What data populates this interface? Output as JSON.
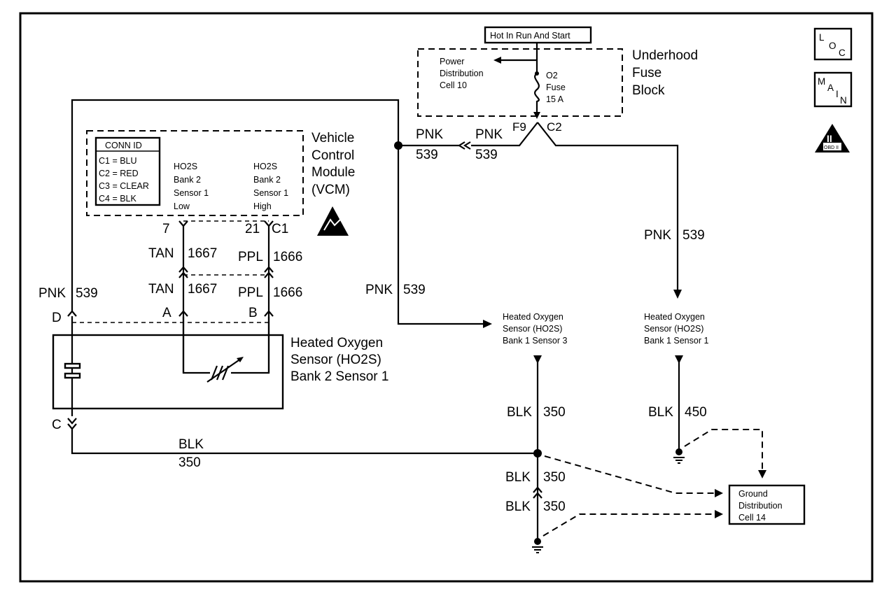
{
  "badges": {
    "loc": [
      "L",
      "O",
      "C"
    ],
    "main": [
      "M",
      "A",
      "I",
      "N"
    ],
    "obd": {
      "numeral": "II",
      "sub": "OBD II"
    }
  },
  "fuse_block": {
    "supply_label": "Hot In Run And Start",
    "title": [
      "Underhood",
      "Fuse",
      "Block"
    ],
    "power_dist": [
      "Power",
      "Distribution",
      "Cell 10"
    ],
    "fuse": [
      "O2",
      "Fuse",
      "15 A"
    ],
    "connector_left": "F9",
    "connector_right": "C2"
  },
  "vcm": {
    "title": [
      "Vehicle",
      "Control",
      "Module",
      "(VCM)"
    ],
    "conn_id": {
      "header": "CONN ID",
      "rows": [
        "C1 = BLU",
        "C2 = RED",
        "C3 = CLEAR",
        "C4 = BLK"
      ]
    },
    "input_low": [
      "HO2S",
      "Bank 2",
      "Sensor 1",
      "Low"
    ],
    "input_high": [
      "HO2S",
      "Bank 2",
      "Sensor 1",
      "High"
    ],
    "pin_low": "7",
    "pin_high": "21",
    "connector": "C1"
  },
  "wires": {
    "pnk_feed_color": "PNK",
    "pnk_feed_circuit": "539",
    "pnk_feed2_color": "PNK",
    "pnk_feed2_circuit": "539",
    "pnk_s1_color": "PNK",
    "pnk_s1_circuit": "539",
    "pnk_s3_color": "PNK",
    "pnk_s3_circuit": "539",
    "pnk_b2_color": "PNK",
    "pnk_b2_circuit": "539",
    "tan_upper_color": "TAN",
    "tan_upper_circuit": "1667",
    "tan_lower_color": "TAN",
    "tan_lower_circuit": "1667",
    "ppl_upper_color": "PPL",
    "ppl_upper_circuit": "1666",
    "ppl_lower_color": "PPL",
    "ppl_lower_circuit": "1666",
    "blk_b2_color": "BLK",
    "blk_b2_circuit": "350",
    "blk_s3_color": "BLK",
    "blk_s3_circuit": "350",
    "blk_s1_color": "BLK",
    "blk_s1_circuit": "450",
    "blk_g1_color": "BLK",
    "blk_g1_circuit": "350",
    "blk_g2_color": "BLK",
    "blk_g2_circuit": "350"
  },
  "sensor_b2s1": {
    "title": [
      "Heated Oxygen",
      "Sensor (HO2S)",
      "Bank 2 Sensor 1"
    ],
    "pin_d": "D",
    "pin_a": "A",
    "pin_b": "B",
    "pin_c": "C"
  },
  "sensor_b1s3": {
    "title": [
      "Heated Oxygen",
      "Sensor (HO2S)",
      "Bank 1 Sensor 3"
    ]
  },
  "sensor_b1s1": {
    "title": [
      "Heated Oxygen",
      "Sensor (HO2S)",
      "Bank 1 Sensor 1"
    ]
  },
  "ground_dist": {
    "title": [
      "Ground",
      "Distribution",
      "Cell 14"
    ]
  }
}
